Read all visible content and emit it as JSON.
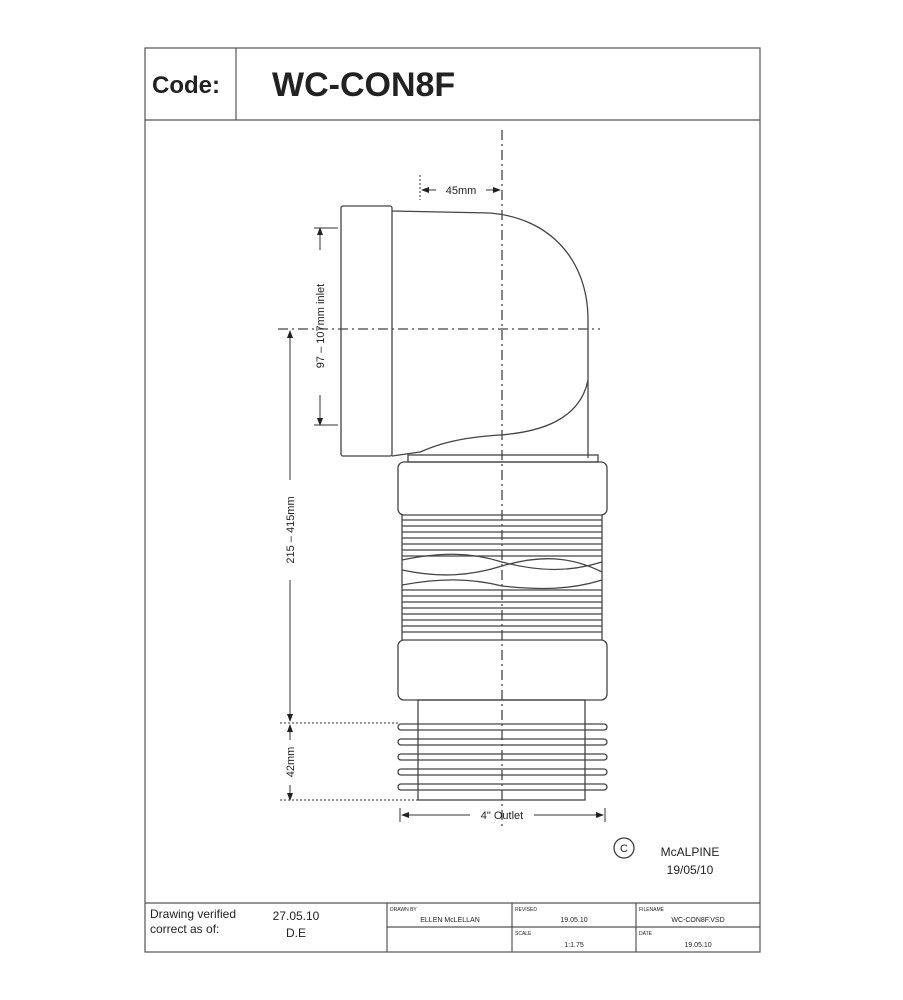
{
  "header": {
    "code_label": "Code:",
    "code_value": "WC-CON8F"
  },
  "dimensions": {
    "offset": "45mm",
    "inlet": "97 – 107mm inlet",
    "length": "215 – 415mm",
    "spigot": "42mm",
    "outlet": "4\" Outlet"
  },
  "copyright": {
    "symbol": "C",
    "company": "McALPINE",
    "date": "19/05/10"
  },
  "title_block": {
    "verified_label_1": "Drawing verified",
    "verified_label_2": "correct as of:",
    "verified_date": "27.05.10",
    "verified_by": "D.E",
    "drawn_by_label": "DRAWN BY",
    "drawn_by": "ELLEN McLELLAN",
    "revised_label": "REVISED",
    "revised": "19.05.10",
    "filename_label": "FILENAME",
    "filename": "WC-CON8F.VSD",
    "scale_label": "SCALE",
    "scale": "1:1.75",
    "date_label": "DATE",
    "date": "19.05.10"
  }
}
